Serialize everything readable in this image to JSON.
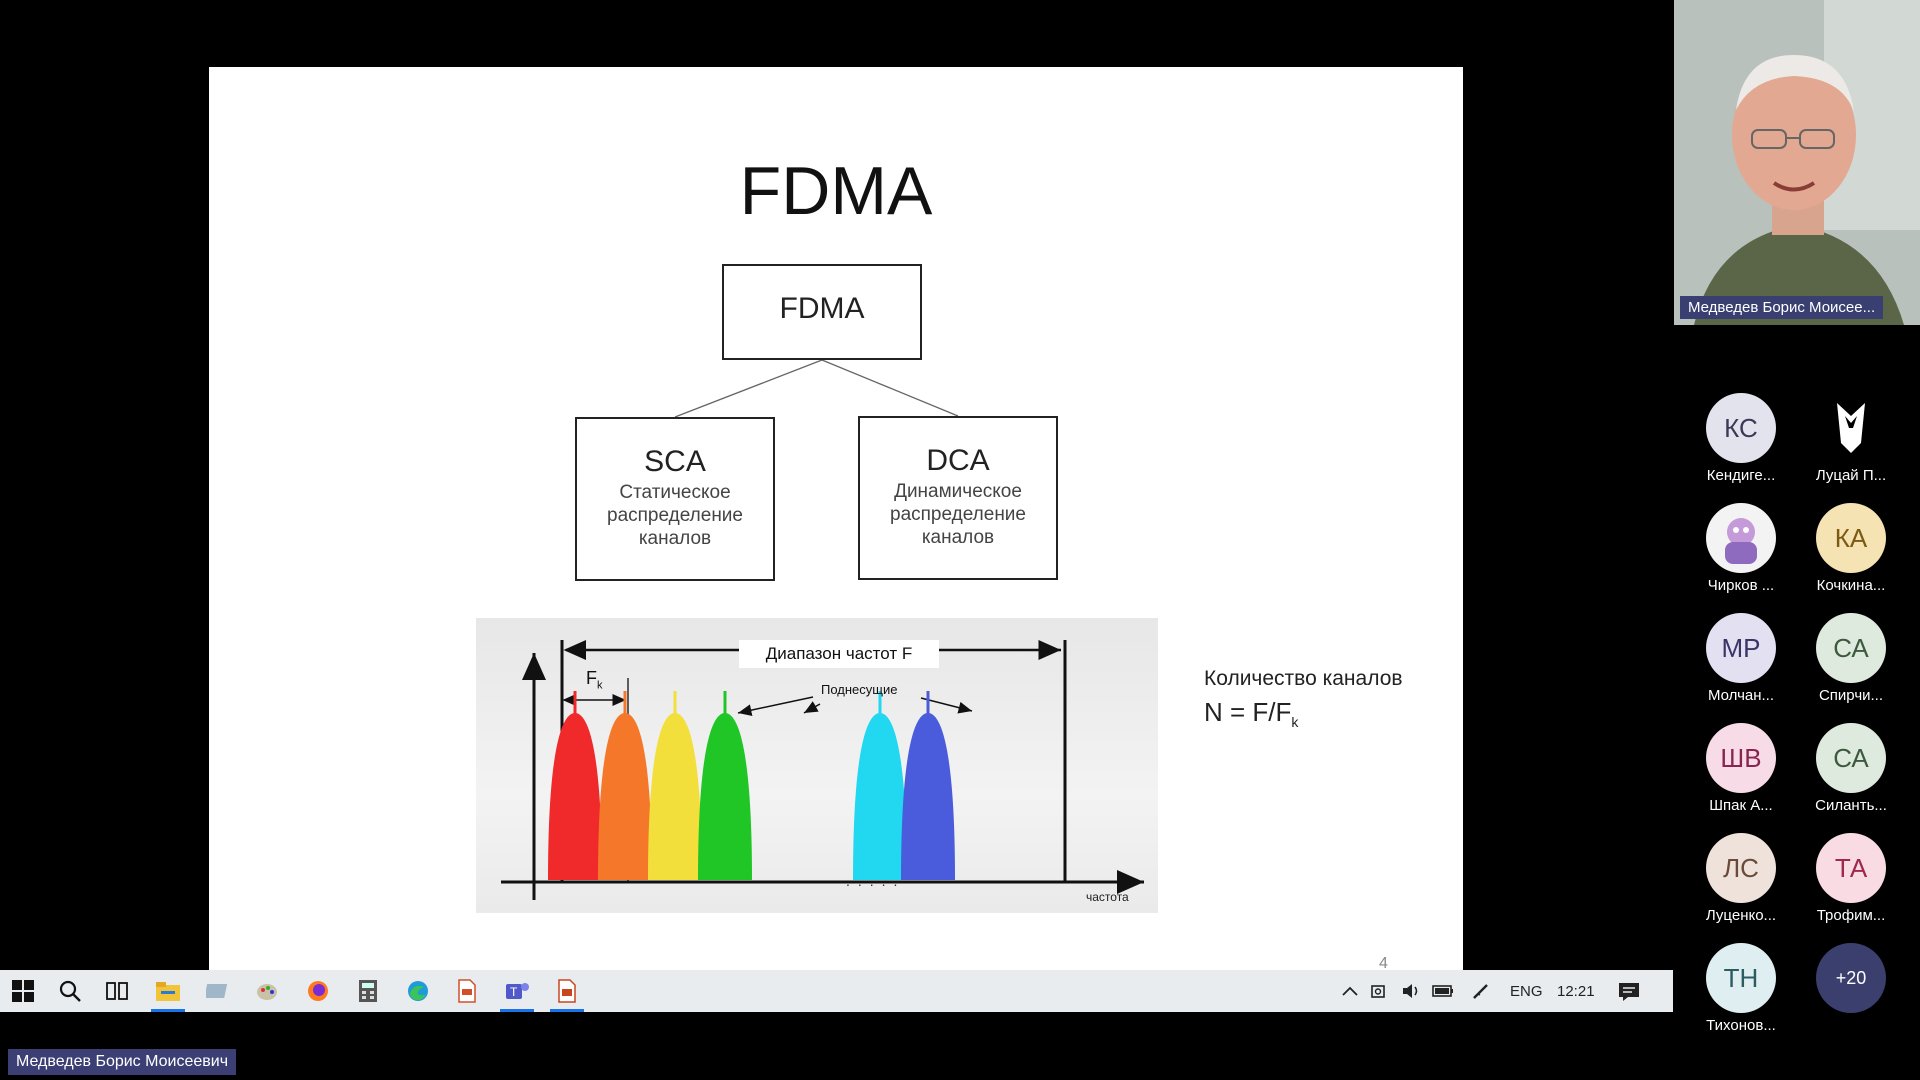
{
  "slide": {
    "title": "FDMA",
    "root_box": "FDMA",
    "sca": {
      "abbr": "SCA",
      "desc": [
        "Статическое",
        "распределение",
        "каналов"
      ]
    },
    "dca": {
      "abbr": "DCA",
      "desc": [
        "Динамическое",
        "распределение",
        "каналов"
      ]
    },
    "spectrum": {
      "range_label": "Диапазон частот F",
      "fk_label": "F",
      "fk_sub": "k",
      "subcarriers_label": "Поднесущие",
      "dots": ".....",
      "axis_label": "частота",
      "bell_colors": [
        "#f02a2a",
        "#f5782a",
        "#f2df3c",
        "#20c626",
        "#22d8f0",
        "#4a5cdc"
      ]
    },
    "count_label": "Количество каналов",
    "formula_main": "N = F/F",
    "formula_sub": "k",
    "page_number": "4"
  },
  "video": {
    "name": "Медведев Борис Моисее..."
  },
  "participants": [
    {
      "initials": "КС",
      "name": "Кендиге...",
      "bg": "#e3e3ee",
      "fg": "#3a3a55"
    },
    {
      "initials": "",
      "name": "Луцай П...",
      "bg": "#000000",
      "fg": "#ffffff"
    },
    {
      "initials": "",
      "name": "Чирков ...",
      "bg": "#f3f3f3",
      "fg": "#333333"
    },
    {
      "initials": "КА",
      "name": "Кочкина...",
      "bg": "#f6e3b3",
      "fg": "#7b5a13"
    },
    {
      "initials": "МР",
      "name": "Молчан...",
      "bg": "#e2e0f1",
      "fg": "#3a3566"
    },
    {
      "initials": "СА",
      "name": "Спирчи...",
      "bg": "#dfeadf",
      "fg": "#3e5a3e"
    },
    {
      "initials": "ШВ",
      "name": "Шпак А...",
      "bg": "#f7dbe6",
      "fg": "#8a2452"
    },
    {
      "initials": "СА",
      "name": "Силанть...",
      "bg": "#dfeadf",
      "fg": "#3e5a3e"
    },
    {
      "initials": "ЛС",
      "name": "Луценко...",
      "bg": "#efe2da",
      "fg": "#6a4a3a"
    },
    {
      "initials": "ТА",
      "name": "Трофим...",
      "bg": "#f9dbe4",
      "fg": "#a0284e"
    },
    {
      "initials": "ТН",
      "name": "Тихонов...",
      "bg": "#dfeef0",
      "fg": "#2d5b62"
    }
  ],
  "more_count": "+20",
  "taskbar": {
    "language": "ENG",
    "time": "12:21"
  },
  "presenter_banner": "Медведев Борис Моисеевич"
}
